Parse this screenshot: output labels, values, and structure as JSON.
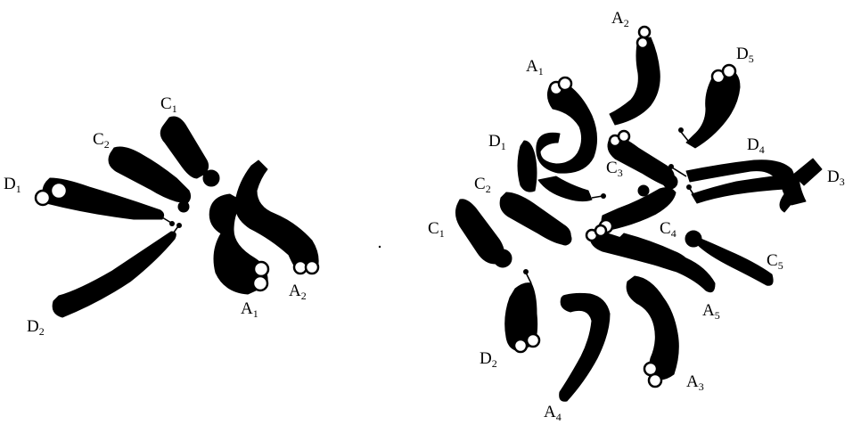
{
  "left_figure": {
    "labels": {
      "C1": {
        "base": "C",
        "sub": "1"
      },
      "C2": {
        "base": "C",
        "sub": "2"
      },
      "D1": {
        "base": "D",
        "sub": "1"
      },
      "D2": {
        "base": "D",
        "sub": "2"
      },
      "A1": {
        "base": "A",
        "sub": "1"
      },
      "A2": {
        "base": "A",
        "sub": "2"
      }
    }
  },
  "right_figure": {
    "labels": {
      "A1": {
        "base": "A",
        "sub": "1"
      },
      "A2": {
        "base": "A",
        "sub": "2"
      },
      "A3": {
        "base": "A",
        "sub": "3"
      },
      "A4": {
        "base": "A",
        "sub": "4"
      },
      "A5": {
        "base": "A",
        "sub": "5"
      },
      "C1": {
        "base": "C",
        "sub": "1"
      },
      "C2": {
        "base": "C",
        "sub": "2"
      },
      "C3": {
        "base": "C",
        "sub": "3"
      },
      "C4": {
        "base": "C",
        "sub": "4"
      },
      "C5": {
        "base": "C",
        "sub": "5"
      },
      "D1": {
        "base": "D",
        "sub": "1"
      },
      "D2": {
        "base": "D",
        "sub": "2"
      },
      "D3": {
        "base": "D",
        "sub": "3"
      },
      "D4": {
        "base": "D",
        "sub": "4"
      },
      "D5": {
        "base": "D",
        "sub": "5"
      }
    }
  }
}
